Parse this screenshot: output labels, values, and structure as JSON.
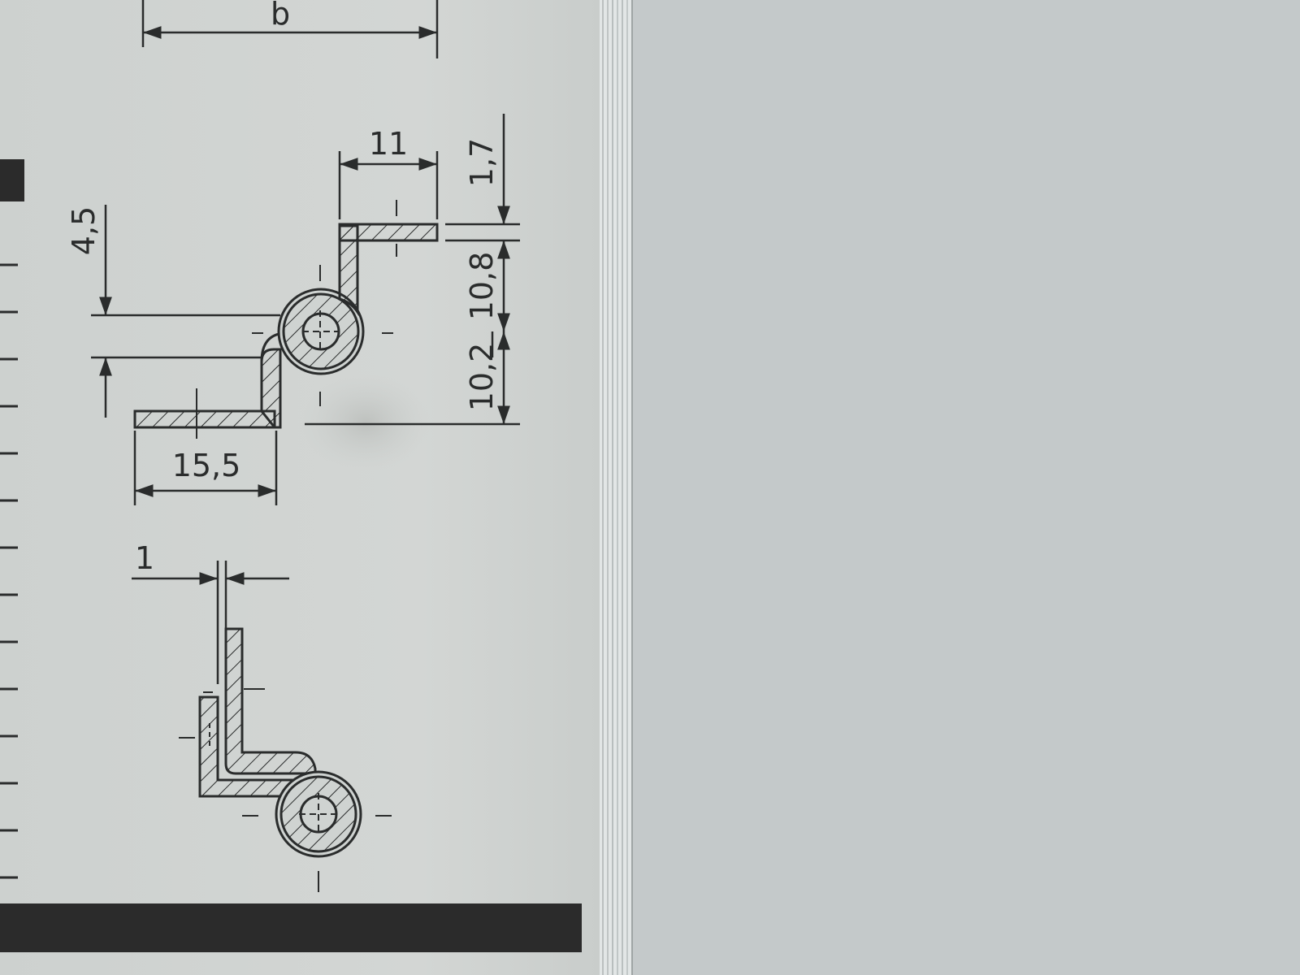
{
  "photo": {
    "description_colors": {
      "paper": "#cfd3d1",
      "wall": "#c4c9ca",
      "ink": "#2a2c2c",
      "black_bar": "#2b2b2b"
    }
  },
  "drawing_top": {
    "dim_b": "b",
    "dim_11": "11",
    "dim_1_7": "1,7",
    "dim_4_5": "4,5",
    "dim_10_8": "10,8",
    "dim_10_2": "10,2",
    "dim_15_5": "15,5"
  },
  "drawing_bottom": {
    "dim_1": "1"
  }
}
